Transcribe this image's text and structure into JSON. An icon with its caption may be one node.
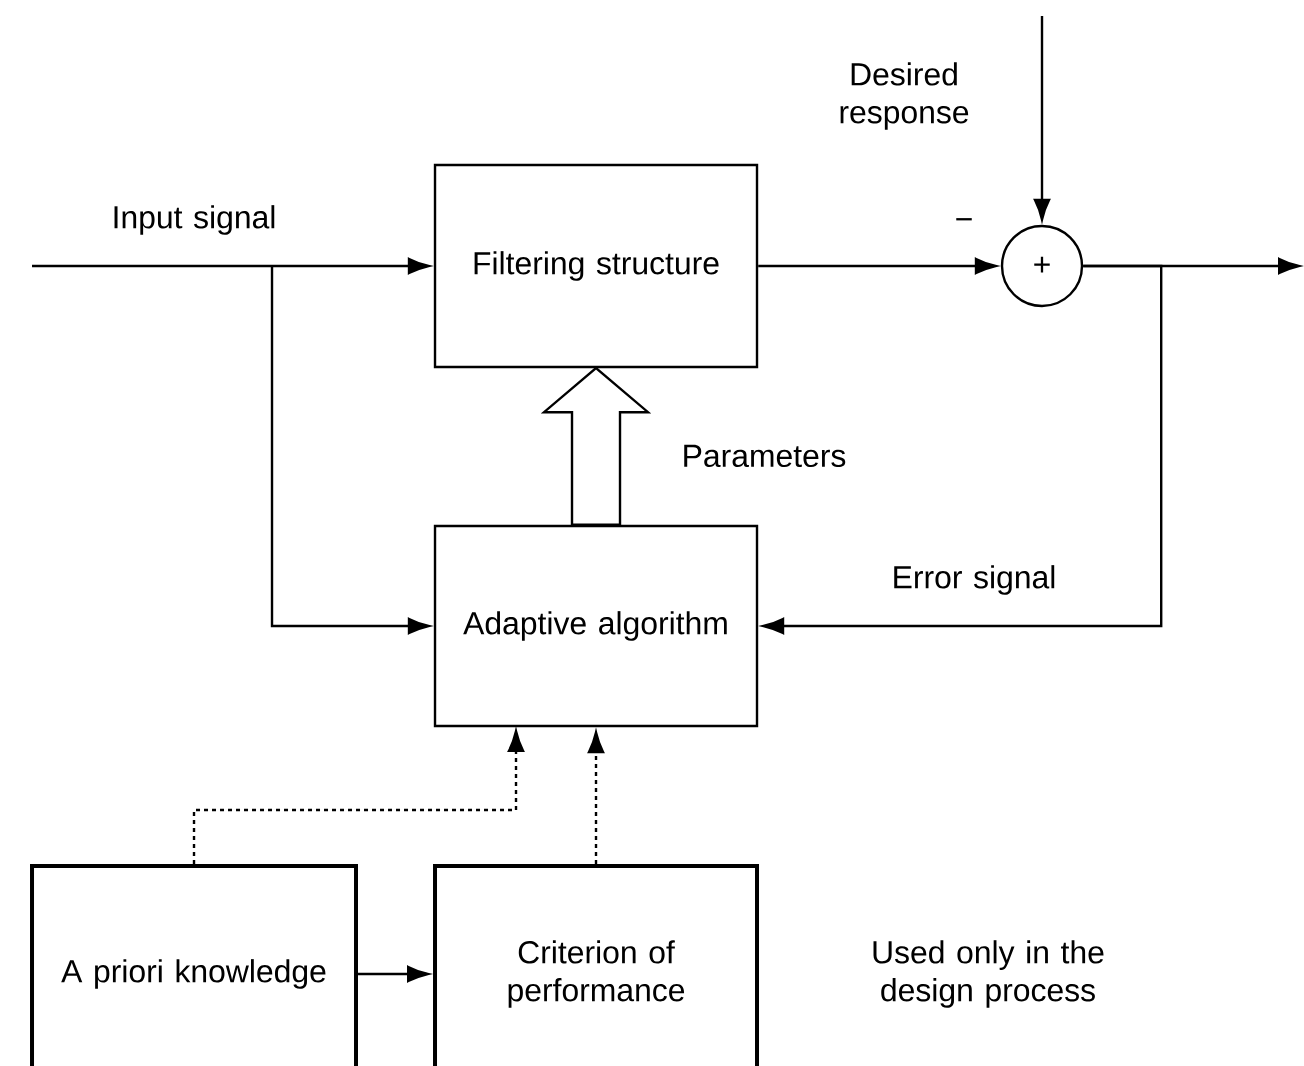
{
  "diagram": {
    "nodes": [
      {
        "text": [
          "Filtering structure"
        ]
      },
      {
        "text": [
          "+"
        ],
        "beside": [
          "−"
        ]
      },
      {
        "text": [
          "Adaptive algorithm"
        ]
      },
      {
        "text": [
          "A priori knowledge"
        ]
      },
      {
        "text": [
          "Criterion of performance"
        ]
      }
    ],
    "edges": [
      {
        "from": null,
        "to": 0,
        "arrow": "to",
        "label": "Input signal"
      },
      {
        "from": null,
        "to": 2,
        "arrow": "to"
      },
      {
        "from": 0,
        "to": 1,
        "arrow": "to"
      },
      {
        "from": null,
        "to": 1,
        "arrow": "to",
        "label": "Desired response"
      },
      {
        "from": 1,
        "to": null,
        "arrow": "to"
      },
      {
        "from": 1,
        "to": 2,
        "arrow": "to",
        "label": "Error signal"
      },
      {
        "from": 2,
        "to": 0,
        "arrow": "to",
        "label": "Parameters",
        "style": "thick"
      },
      {
        "from": 3,
        "to": 2,
        "arrow": "to",
        "style": "dashed"
      },
      {
        "from": 4,
        "to": 2,
        "arrow": "to",
        "style": "dashed"
      },
      {
        "from": 3,
        "to": 4,
        "arrow": "to"
      }
    ],
    "labels": [
      "Used only in the design process"
    ]
  }
}
